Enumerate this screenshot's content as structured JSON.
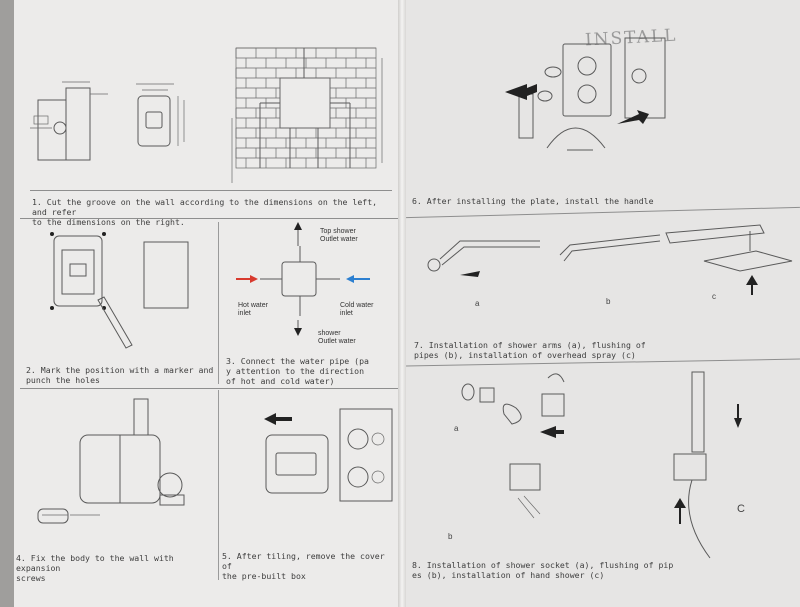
{
  "header_text": "INSTALL",
  "steps": {
    "s1": "1. Cut the groove on the wall according to the dimensions on the left, and refer\nto the dimensions on the right.",
    "s2": "2. Mark the position with a marker and\npunch the holes",
    "s3": "3. Connect the water pipe (pa\ny attention to the direction\nof hot and cold water)",
    "s4": "4. Fix the body to the wall with expansion\nscrews",
    "s5": "5. After tiling, remove the cover of\nthe pre-built box",
    "s6": "6. After installing the plate, install the handle",
    "s7": "7. Installation of shower arms (a), flushing of\npipes (b), installation of overhead spray (c)",
    "s8": "8. Installation of shower socket (a), flushing of pip\nes (b), installation of hand shower (c)"
  },
  "pipe_labels": {
    "top": "Top shower\nOutlet water",
    "hot": "Hot water\ninlet",
    "cold": "Cold water\ninlet",
    "bottom": "shower\nOutlet water"
  },
  "sub_labels": {
    "s7a": "a",
    "s7b": "b",
    "s7c": "c",
    "s8a": "a",
    "s8b": "b",
    "s8c": "C"
  },
  "colors": {
    "hot": "#d83a2e",
    "cold": "#2c7fd0",
    "paper": "#ecebea"
  }
}
